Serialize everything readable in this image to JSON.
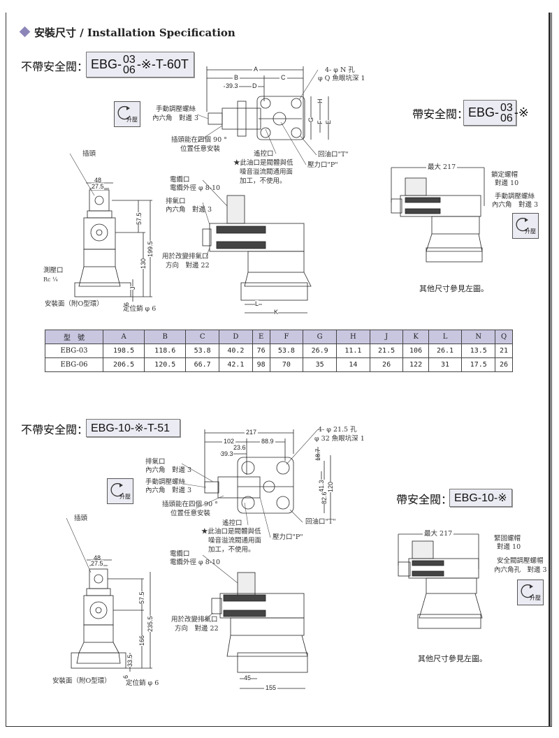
{
  "page": {
    "title": "安裝尺寸 / Installation Specification",
    "accent_color": "#8c86b8",
    "header_bg": "#c9c6e0"
  },
  "rotate_label": "升壓",
  "s1": {
    "label_no_safety": "不帶安全閥：",
    "model_prefix": "EBG-",
    "model_top": "03",
    "model_bottom": "06",
    "model_suffix": "-※-T-60T",
    "dims": {
      "A": "A",
      "B": "B",
      "C": "C",
      "D": "D",
      "d393": "39.3",
      "E": "E",
      "F": "F",
      "G": "G",
      "H": "H",
      "J": "J",
      "K": "K",
      "L": "L",
      "d48": "48",
      "d275": "27.5",
      "d575": "57.5",
      "d130": "130",
      "d1995": "199.5",
      "d6": "6"
    },
    "hole_1": "4- φ N 孔",
    "hole_2": "φ Q 魚眼坑深 1",
    "manual_screw_1": "手動調壓螺絲",
    "manual_screw_2": "內六角　對邊 3",
    "plug_1": "插頭能在四個 90 °",
    "plug_2": "位置任意安裝",
    "remote": "遙控口",
    "star_1": "★此油口是閥體與低",
    "star_2": "噪音溢流閥通用面",
    "star_3": "加工，不使用。",
    "return_port": "回油口\"T\"",
    "pressure_port": "壓力口\"P\"",
    "plug": "插頭",
    "cable_1": "電纜口",
    "cable_2": "電纜外徑 φ 8-10",
    "vent_1": "排氣口",
    "vent_2": "內六角　對邊 3",
    "change_1": "用於改變排氣口",
    "change_2": "方向　對邊 22",
    "gauge_1": "測壓口",
    "gauge_2": "Rc ¼",
    "mount": "安裝面（附O型環）",
    "pin": "定位銷 φ 6",
    "right": {
      "label": "帶安全閥：",
      "model_prefix": "EBG-",
      "model_top": "03",
      "model_bottom": "06",
      "model_suffix": "-※",
      "max": "最大 217",
      "lock_1": "鎖定螺帽",
      "lock_2": "對邊 10",
      "screw_1": "手動調壓螺絲",
      "screw_2": "內六角　對邊 3",
      "other": "其他尺寸參見左圖。"
    }
  },
  "table": {
    "headers": [
      "型　號",
      "A",
      "B",
      "C",
      "D",
      "E",
      "F",
      "G",
      "H",
      "J",
      "K",
      "L",
      "N",
      "Q"
    ],
    "rows": [
      [
        "EBG-03",
        "198.5",
        "118.6",
        "53.8",
        "40.2",
        "76",
        "53.8",
        "26.9",
        "11.1",
        "21.5",
        "106",
        "26.1",
        "13.5",
        "21"
      ],
      [
        "EBG-06",
        "206.5",
        "120.5",
        "66.7",
        "42.1",
        "98",
        "70",
        "35",
        "14",
        "26",
        "122",
        "31",
        "17.5",
        "26"
      ]
    ]
  },
  "s2": {
    "label_no_safety": "不帶安全閥：",
    "model": "EBG-10-※-T-51",
    "dims": {
      "d217": "217",
      "d102": "102",
      "d889": "88.9",
      "d236": "23.6",
      "d393": "39.3",
      "d187": "18.7",
      "d413": "41.3",
      "d826": "82.6",
      "d120": "120",
      "d48": "48",
      "d275": "27.5",
      "d575": "57.5",
      "d166": "166",
      "d2355": "235.5",
      "d335": "33.5",
      "d6": "6",
      "d45": "45",
      "d155": "155"
    },
    "hole_1": "4- φ 21.5 孔",
    "hole_2": "φ 32 魚眼坑深 1",
    "vent_1": "排氣口",
    "vent_2": "內六角　對邊 3",
    "manual_screw_1": "手動調壓螺絲",
    "manual_screw_2": "內六角　對邊 3",
    "plug_1": "插頭能在四個 90 °",
    "plug_2": "位置任意安裝",
    "plug": "插頭",
    "remote": "遙控口",
    "star_1": "★此油口是閥體與低",
    "star_2": "噪音溢流閥通用面",
    "star_3": "加工，不使用。",
    "return_port": "回油口\"T\"",
    "pressure_port": "壓力口\"P\"",
    "cable_1": "電纜口",
    "cable_2": "電纜外徑 φ 8-10",
    "change_1": "用於改變排氣口",
    "change_2": "方向　對邊 22",
    "mount": "安裝面（附O型環）",
    "pin": "定位銷 φ 6",
    "right": {
      "label": "帶安全閥：",
      "model": "EBG-10-※",
      "max": "最大 217",
      "lock_1": "緊固螺帽",
      "lock_2": "對邊 10",
      "screw_1": "安全閥調壓螺帽",
      "screw_2": "內六角孔　對邊 3",
      "other": "其他尺寸參見左圖。"
    }
  }
}
